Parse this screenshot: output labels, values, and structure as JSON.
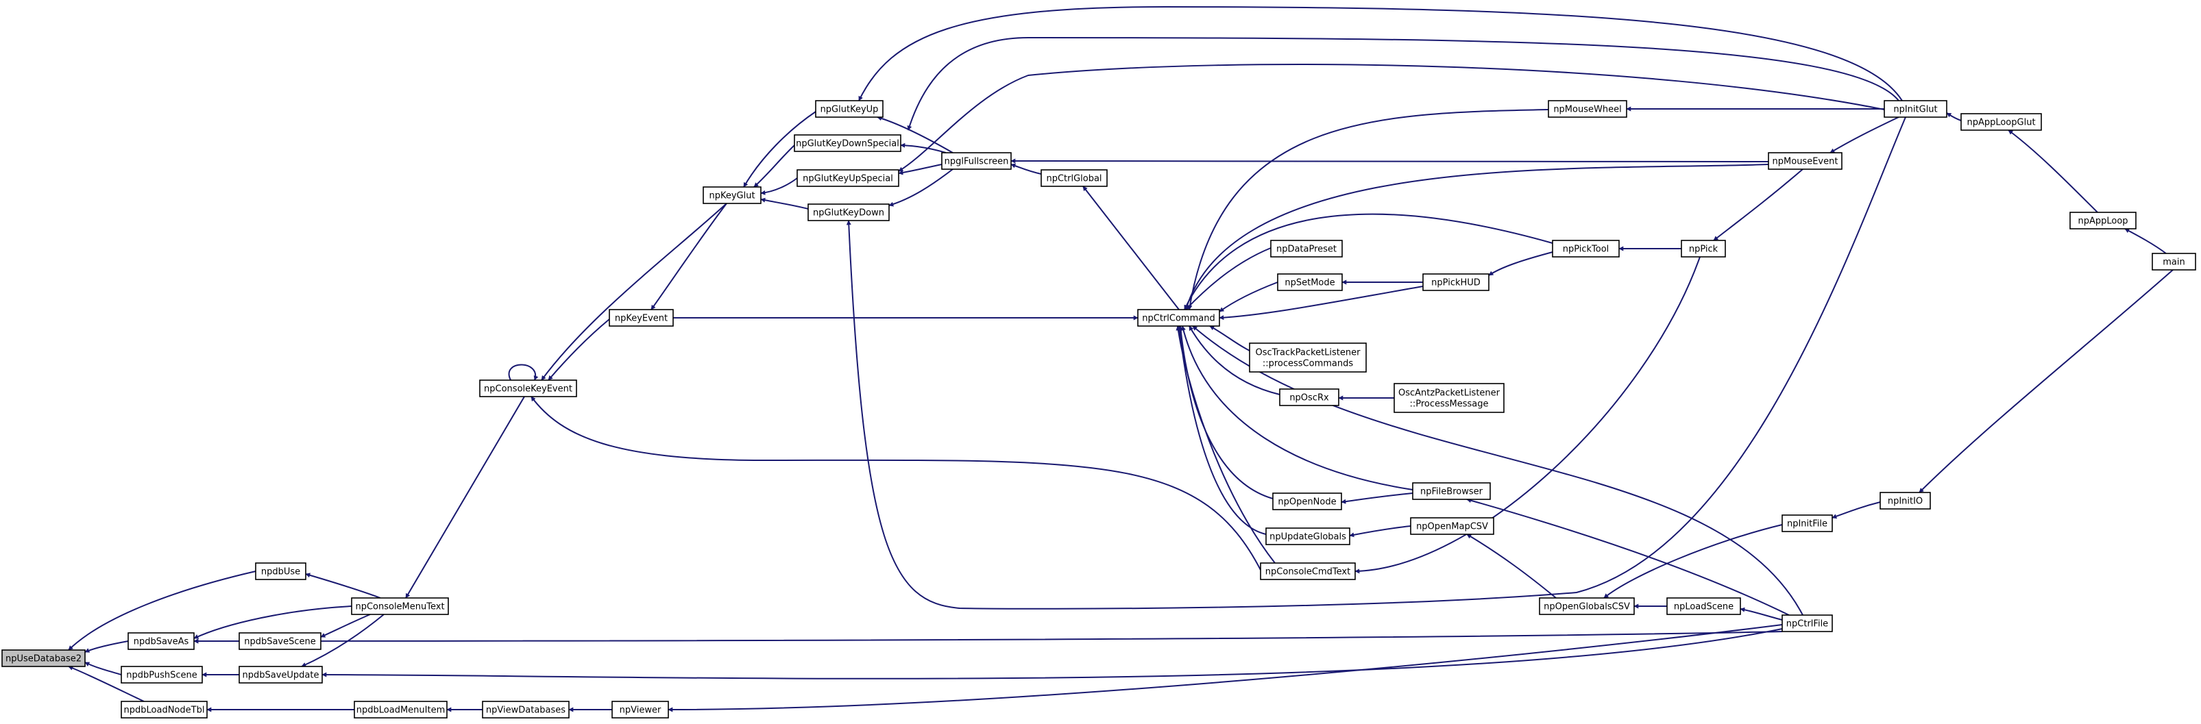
{
  "graph": {
    "colors": {
      "edge": "#191970",
      "node_border": "#000000",
      "node_fill": "#ffffff",
      "root_fill": "#bfbfbf",
      "background": "#ffffff"
    },
    "root": "npUseDatabase2",
    "nodes": [
      {
        "id": "npUseDatabase2",
        "lines": [
          "npUseDatabase2"
        ]
      },
      {
        "id": "npdbUse",
        "lines": [
          "npdbUse"
        ]
      },
      {
        "id": "npdbSaveAs",
        "lines": [
          "npdbSaveAs"
        ]
      },
      {
        "id": "npdbPushScene",
        "lines": [
          "npdbPushScene"
        ]
      },
      {
        "id": "npdbLoadNodeTbl",
        "lines": [
          "npdbLoadNodeTbl"
        ]
      },
      {
        "id": "npdbSaveScene",
        "lines": [
          "npdbSaveScene"
        ]
      },
      {
        "id": "npdbSaveUpdate",
        "lines": [
          "npdbSaveUpdate"
        ]
      },
      {
        "id": "npConsoleMenuText",
        "lines": [
          "npConsoleMenuText"
        ]
      },
      {
        "id": "npdbLoadMenuItem",
        "lines": [
          "npdbLoadMenuItem"
        ]
      },
      {
        "id": "npViewDatabases",
        "lines": [
          "npViewDatabases"
        ]
      },
      {
        "id": "npViewer",
        "lines": [
          "npViewer"
        ]
      },
      {
        "id": "npConsoleKeyEvent",
        "lines": [
          "npConsoleKeyEvent"
        ]
      },
      {
        "id": "npKeyEvent",
        "lines": [
          "npKeyEvent"
        ]
      },
      {
        "id": "npKeyGlut",
        "lines": [
          "npKeyGlut"
        ]
      },
      {
        "id": "npGlutKeyUp",
        "lines": [
          "npGlutKeyUp"
        ]
      },
      {
        "id": "npGlutKeyDownSpecial",
        "lines": [
          "npGlutKeyDownSpecial"
        ]
      },
      {
        "id": "npGlutKeyUpSpecial",
        "lines": [
          "npGlutKeyUpSpecial"
        ]
      },
      {
        "id": "npGlutKeyDown",
        "lines": [
          "npGlutKeyDown"
        ]
      },
      {
        "id": "npglFullscreen",
        "lines": [
          "npglFullscreen"
        ]
      },
      {
        "id": "npCtrlGlobal",
        "lines": [
          "npCtrlGlobal"
        ]
      },
      {
        "id": "npCtrlCommand",
        "lines": [
          "npCtrlCommand"
        ]
      },
      {
        "id": "npMouseWheel",
        "lines": [
          "npMouseWheel"
        ]
      },
      {
        "id": "npDataPreset",
        "lines": [
          "npDataPreset"
        ]
      },
      {
        "id": "npSetMode",
        "lines": [
          "npSetMode"
        ]
      },
      {
        "id": "OscTrackPacketListener",
        "lines": [
          "OscTrackPacketListener",
          "::processCommands"
        ]
      },
      {
        "id": "npOscRx",
        "lines": [
          "npOscRx"
        ]
      },
      {
        "id": "OscAntzPacketListener",
        "lines": [
          "OscAntzPacketListener",
          "::ProcessMessage"
        ]
      },
      {
        "id": "npOpenNode",
        "lines": [
          "npOpenNode"
        ]
      },
      {
        "id": "npFileBrowser",
        "lines": [
          "npFileBrowser"
        ]
      },
      {
        "id": "npUpdateGlobals",
        "lines": [
          "npUpdateGlobals"
        ]
      },
      {
        "id": "npOpenMapCSV",
        "lines": [
          "npOpenMapCSV"
        ]
      },
      {
        "id": "npConsoleCmdText",
        "lines": [
          "npConsoleCmdText"
        ]
      },
      {
        "id": "npPickHUD",
        "lines": [
          "npPickHUD"
        ]
      },
      {
        "id": "npPickTool",
        "lines": [
          "npPickTool"
        ]
      },
      {
        "id": "npPick",
        "lines": [
          "npPick"
        ]
      },
      {
        "id": "npMouseEvent",
        "lines": [
          "npMouseEvent"
        ]
      },
      {
        "id": "npInitGlut",
        "lines": [
          "npInitGlut"
        ]
      },
      {
        "id": "npAppLoopGlut",
        "lines": [
          "npAppLoopGlut"
        ]
      },
      {
        "id": "npAppLoop",
        "lines": [
          "npAppLoop"
        ]
      },
      {
        "id": "main",
        "lines": [
          "main"
        ]
      },
      {
        "id": "npOpenGlobalsCSV",
        "lines": [
          "npOpenGlobalsCSV"
        ]
      },
      {
        "id": "npLoadScene",
        "lines": [
          "npLoadScene"
        ]
      },
      {
        "id": "npCtrlFile",
        "lines": [
          "npCtrlFile"
        ]
      },
      {
        "id": "npInitFile",
        "lines": [
          "npInitFile"
        ]
      },
      {
        "id": "npInitIO",
        "lines": [
          "npInitIO"
        ]
      }
    ],
    "edges": [
      {
        "from": "npdbUse",
        "to": "npUseDatabase2"
      },
      {
        "from": "npdbSaveAs",
        "to": "npUseDatabase2"
      },
      {
        "from": "npdbPushScene",
        "to": "npUseDatabase2"
      },
      {
        "from": "npdbLoadNodeTbl",
        "to": "npUseDatabase2"
      },
      {
        "from": "npConsoleMenuText",
        "to": "npdbUse"
      },
      {
        "from": "npConsoleMenuText",
        "to": "npdbSaveAs"
      },
      {
        "from": "npdbSaveScene",
        "to": "npdbSaveAs"
      },
      {
        "from": "npCtrlFile",
        "to": "npdbSaveAs"
      },
      {
        "from": "npdbSaveUpdate",
        "to": "npdbPushScene"
      },
      {
        "from": "npdbLoadMenuItem",
        "to": "npdbLoadNodeTbl"
      },
      {
        "from": "npConsoleMenuText",
        "to": "npdbSaveScene"
      },
      {
        "from": "npConsoleMenuText",
        "to": "npdbSaveUpdate"
      },
      {
        "from": "npCtrlFile",
        "to": "npdbSaveUpdate"
      },
      {
        "from": "npViewDatabases",
        "to": "npdbLoadMenuItem"
      },
      {
        "from": "npViewer",
        "to": "npViewDatabases"
      },
      {
        "from": "npCtrlFile",
        "to": "npViewer"
      },
      {
        "from": "npConsoleKeyEvent",
        "to": "npConsoleMenuText"
      },
      {
        "from": "npConsoleKeyEvent",
        "to": "npConsoleKeyEvent"
      },
      {
        "from": "npKeyEvent",
        "to": "npConsoleKeyEvent"
      },
      {
        "from": "npKeyGlut",
        "to": "npConsoleKeyEvent"
      },
      {
        "from": "npConsoleCmdText",
        "to": "npConsoleKeyEvent"
      },
      {
        "from": "npKeyGlut",
        "to": "npKeyEvent"
      },
      {
        "from": "npGlutKeyUp",
        "to": "npKeyGlut"
      },
      {
        "from": "npGlutKeyDownSpecial",
        "to": "npKeyGlut"
      },
      {
        "from": "npGlutKeyUpSpecial",
        "to": "npKeyGlut"
      },
      {
        "from": "npGlutKeyDown",
        "to": "npKeyGlut"
      },
      {
        "from": "npInitGlut",
        "to": "npGlutKeyUp"
      },
      {
        "from": "npglFullscreen",
        "to": "npGlutKeyUp"
      },
      {
        "from": "npInitGlut",
        "to": "npGlutKeyDownSpecial"
      },
      {
        "from": "npglFullscreen",
        "to": "npGlutKeyDownSpecial"
      },
      {
        "from": "npInitGlut",
        "to": "npGlutKeyUpSpecial"
      },
      {
        "from": "npglFullscreen",
        "to": "npGlutKeyUpSpecial"
      },
      {
        "from": "npglFullscreen",
        "to": "npGlutKeyDown"
      },
      {
        "from": "npInitGlut",
        "to": "npGlutKeyDown"
      },
      {
        "from": "npCtrlGlobal",
        "to": "npglFullscreen"
      },
      {
        "from": "npMouseEvent",
        "to": "npglFullscreen"
      },
      {
        "from": "npCtrlCommand",
        "to": "npCtrlGlobal"
      },
      {
        "from": "npKeyEvent",
        "to": "npCtrlCommand"
      },
      {
        "from": "npMouseWheel",
        "to": "npCtrlCommand"
      },
      {
        "from": "npMouseEvent",
        "to": "npCtrlCommand"
      },
      {
        "from": "npPickTool",
        "to": "npCtrlCommand"
      },
      {
        "from": "npDataPreset",
        "to": "npCtrlCommand"
      },
      {
        "from": "npSetMode",
        "to": "npCtrlCommand"
      },
      {
        "from": "npPickHUD",
        "to": "npCtrlCommand"
      },
      {
        "from": "OscTrackPacketListener",
        "to": "npCtrlCommand"
      },
      {
        "from": "npOscRx",
        "to": "npCtrlCommand"
      },
      {
        "from": "npFileBrowser",
        "to": "npCtrlCommand"
      },
      {
        "from": "npOpenNode",
        "to": "npCtrlCommand"
      },
      {
        "from": "npUpdateGlobals",
        "to": "npCtrlCommand"
      },
      {
        "from": "npConsoleCmdText",
        "to": "npCtrlCommand"
      },
      {
        "from": "npCtrlFile",
        "to": "npCtrlCommand"
      },
      {
        "from": "npInitGlut",
        "to": "npMouseWheel"
      },
      {
        "from": "npPickHUD",
        "to": "npSetMode"
      },
      {
        "from": "npPickTool",
        "to": "npPickHUD"
      },
      {
        "from": "npPick",
        "to": "npPickTool"
      },
      {
        "from": "npMouseEvent",
        "to": "npPick"
      },
      {
        "from": "npInitGlut",
        "to": "npMouseEvent"
      },
      {
        "from": "npAppLoopGlut",
        "to": "npInitGlut"
      },
      {
        "from": "npAppLoop",
        "to": "npAppLoopGlut"
      },
      {
        "from": "main",
        "to": "npAppLoop"
      },
      {
        "from": "OscAntzPacketListener",
        "to": "npOscRx"
      },
      {
        "from": "npFileBrowser",
        "to": "npOpenNode"
      },
      {
        "from": "npCtrlFile",
        "to": "npFileBrowser"
      },
      {
        "from": "npOpenMapCSV",
        "to": "npUpdateGlobals"
      },
      {
        "from": "npOpenGlobalsCSV",
        "to": "npOpenMapCSV"
      },
      {
        "from": "npPick",
        "to": "npConsoleCmdText"
      },
      {
        "from": "npLoadScene",
        "to": "npOpenGlobalsCSV"
      },
      {
        "from": "npInitFile",
        "to": "npOpenGlobalsCSV"
      },
      {
        "from": "npCtrlFile",
        "to": "npLoadScene"
      },
      {
        "from": "npInitIO",
        "to": "npInitFile"
      },
      {
        "from": "main",
        "to": "npInitIO"
      }
    ]
  }
}
